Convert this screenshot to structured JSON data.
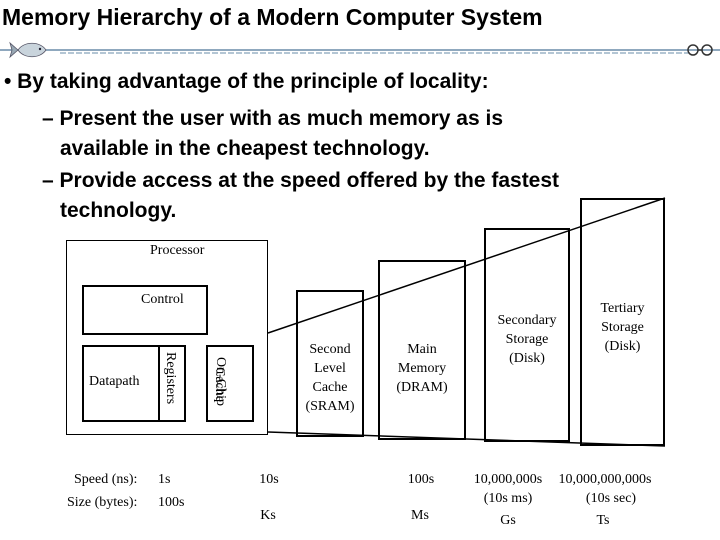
{
  "title": "Memory Hierarchy of a Modern Computer System",
  "bullets": {
    "main": "• By taking advantage of the principle of locality:",
    "sub1_line1": "– Present the user with as much memory as is",
    "sub1_line2": "available in the cheapest technology.",
    "sub2_line1": "– Provide access at the speed offered by the fastest",
    "sub2_line2": "technology."
  },
  "diagram": {
    "processor": "Processor",
    "control": "Control",
    "datapath": "Datapath",
    "registers": "Registers",
    "onchip_cache_1": "On-Chip",
    "onchip_cache_2": "Cache",
    "second_level_cache": [
      "Second",
      "Level",
      "Cache",
      "(SRAM)"
    ],
    "main_memory": [
      "Main",
      "Memory",
      "(DRAM)"
    ],
    "secondary_storage": [
      "Secondary",
      "Storage",
      "(Disk)"
    ],
    "tertiary_storage": [
      "Tertiary",
      "Storage",
      "(Disk)"
    ]
  },
  "metrics": {
    "speed_label": "Speed (ns):",
    "size_label": "Size (bytes):",
    "speed_values": [
      "1s",
      "10s",
      "100s",
      "10,000,000s",
      "10,000,000,000s"
    ],
    "speed_sub": [
      "(10s ms)",
      "(10s sec)"
    ],
    "size_values": [
      "100s",
      "Ks",
      "Ms",
      "Gs",
      "Ts"
    ]
  },
  "colors": {
    "rule": "#6a8ca8",
    "accent": "#1a3c8c"
  }
}
